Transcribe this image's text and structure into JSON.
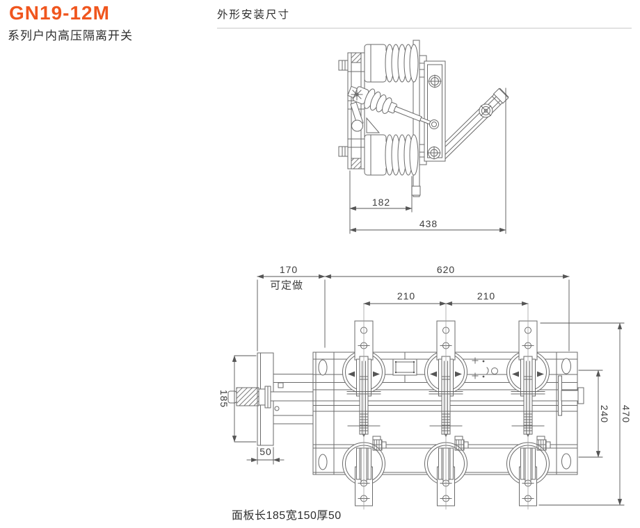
{
  "header": {
    "model": "GN19-12M",
    "series_line": "系列户内高压隔离开关",
    "accent_color": "#F0561E"
  },
  "section": {
    "title": "外形安装尺寸"
  },
  "side_view": {
    "dim_base_width": "182",
    "dim_total_depth": "438"
  },
  "front_view": {
    "dim_mech_extension": "170",
    "mech_extension_note": "可定做",
    "dim_mounting_width": "620",
    "dim_pole_pitch_left": "210",
    "dim_pole_pitch_right": "210",
    "dim_panel_height": "185",
    "dim_panel_depth": "50",
    "dim_hole_spacing": "240",
    "dim_total_height": "470",
    "caption": "面板长185宽150厚50"
  }
}
